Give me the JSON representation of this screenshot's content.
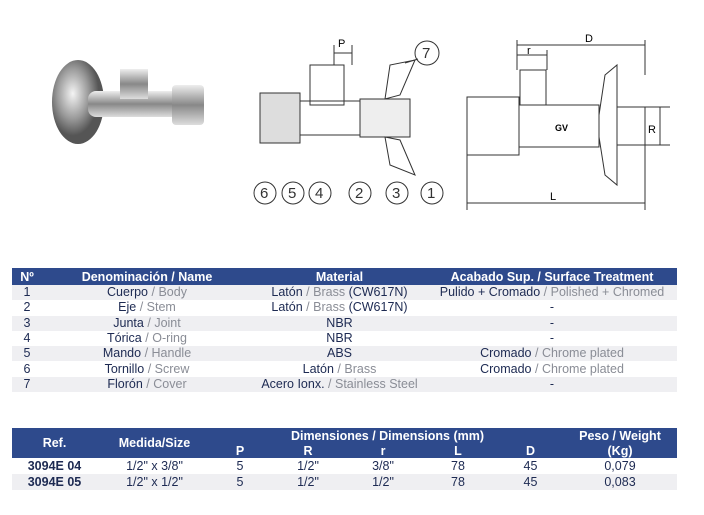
{
  "drawing": {
    "callouts": [
      "7",
      "6",
      "5",
      "4",
      "2",
      "3",
      "1"
    ],
    "dim_labels": {
      "P": "P",
      "r": "r",
      "D": "D",
      "R": "R",
      "L": "L"
    },
    "logo": "GV"
  },
  "parts_table": {
    "headers": [
      "Nº",
      "Denominación / Name",
      "Material",
      "Acabado Sup. / Surface Treatment"
    ],
    "rows": [
      {
        "n": "1",
        "name_es": "Cuerpo",
        "name_en": "Body",
        "mat_es": "Latón",
        "mat_en": "Brass",
        "mat_extra": "(CW617N)",
        "fin_es": "Pulido + Cromado",
        "fin_en": "Polished + Chromed"
      },
      {
        "n": "2",
        "name_es": "Eje",
        "name_en": "Stem",
        "mat_es": "Latón",
        "mat_en": "Brass",
        "mat_extra": "(CW617N)",
        "fin_es": "-",
        "fin_en": ""
      },
      {
        "n": "3",
        "name_es": "Junta",
        "name_en": "Joint",
        "mat_es": "NBR",
        "mat_en": "",
        "mat_extra": "",
        "fin_es": "-",
        "fin_en": ""
      },
      {
        "n": "4",
        "name_es": "Tórica",
        "name_en": "O-ring",
        "mat_es": "NBR",
        "mat_en": "",
        "mat_extra": "",
        "fin_es": "-",
        "fin_en": ""
      },
      {
        "n": "5",
        "name_es": "Mando",
        "name_en": "Handle",
        "mat_es": "ABS",
        "mat_en": "",
        "mat_extra": "",
        "fin_es": "Cromado",
        "fin_en": "Chrome plated"
      },
      {
        "n": "6",
        "name_es": "Tornillo",
        "name_en": "Screw",
        "mat_es": "Latón",
        "mat_en": "Brass",
        "mat_extra": "",
        "fin_es": "Cromado",
        "fin_en": "Chrome plated"
      },
      {
        "n": "7",
        "name_es": "Florón",
        "name_en": "Cover",
        "mat_es": "Acero Ionx.",
        "mat_en": "Stainless Steel",
        "mat_extra": "",
        "fin_es": "-",
        "fin_en": ""
      }
    ]
  },
  "dims_table": {
    "ref": "Ref.",
    "size": "Medida/Size",
    "dims": "Dimensiones / Dimensions (mm)",
    "weight1": "Peso / Weight",
    "weight2": "(Kg)",
    "sub": [
      "P",
      "R",
      "r",
      "L",
      "D"
    ],
    "rows": [
      [
        "3094E 04",
        "1/2\" x 3/8\"",
        "5",
        "1/2\"",
        "3/8\"",
        "78",
        "45",
        "0,079"
      ],
      [
        "3094E 05",
        "1/2\" x 1/2\"",
        "5",
        "1/2\"",
        "1/2\"",
        "78",
        "45",
        "0,083"
      ]
    ]
  }
}
